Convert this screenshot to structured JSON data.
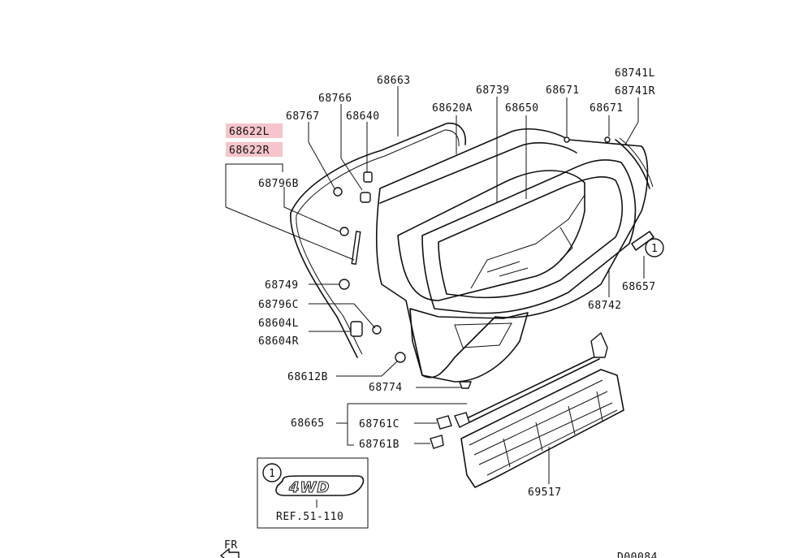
{
  "highlight_color": "#f6c5cb",
  "labels": {
    "p68663": "68663",
    "p68766": "68766",
    "p68767": "68767",
    "p68640": "68640",
    "p68622L": "68622L",
    "p68622R": "68622R",
    "p68796B": "68796B",
    "p68620A": "68620A",
    "p68739": "68739",
    "p68650": "68650",
    "p68671a": "68671",
    "p68671b": "68671",
    "p68741L": "68741L",
    "p68741R": "68741R",
    "p68749": "68749",
    "p68796C": "68796C",
    "p68604L": "68604L",
    "p68604R": "68604R",
    "p68612B": "68612B",
    "p68774": "68774",
    "p68657": "68657",
    "p68742": "68742",
    "p68665": "68665",
    "p68761C": "68761C",
    "p68761B": "68761B",
    "p69517": "69517",
    "callout_num": "1",
    "ref_callout_num": "1",
    "emblem_text": "4WD",
    "ref_text": "REF.51-110",
    "fr_label": "FR",
    "drawing_code": "D00084"
  }
}
